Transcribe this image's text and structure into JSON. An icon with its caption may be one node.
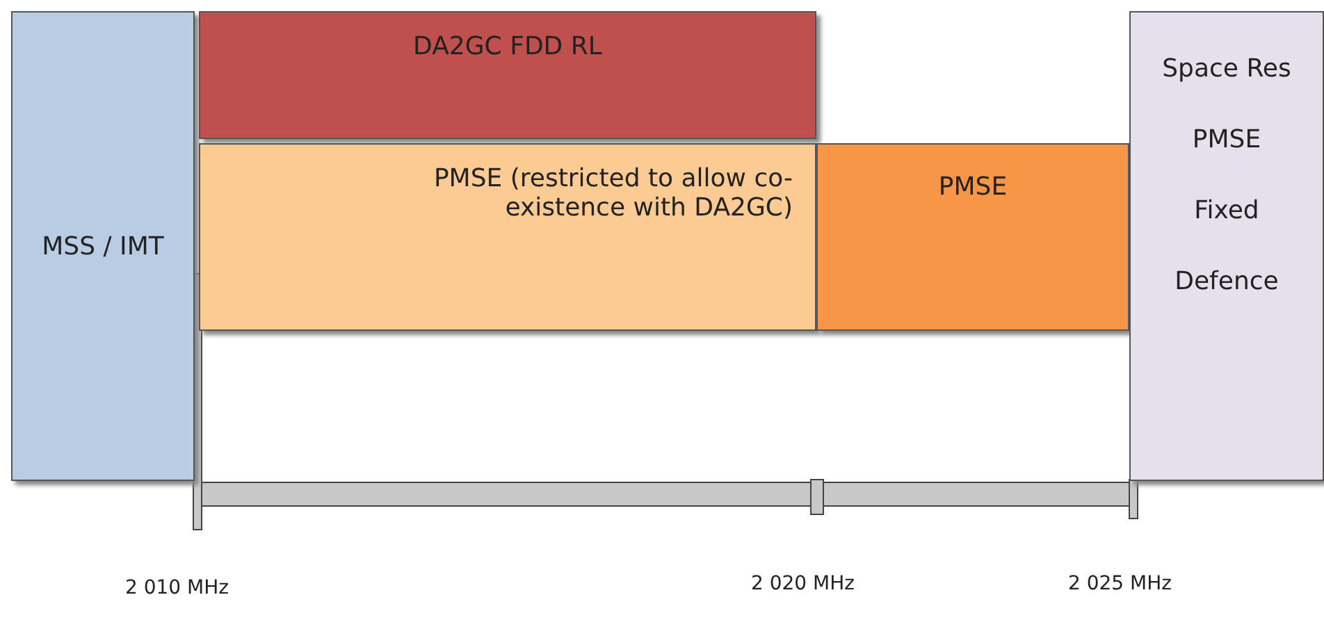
{
  "diagram": {
    "nodes": [
      {
        "text": [
          "MSS / IMT"
        ]
      },
      {
        "text": [
          "DA2GC FDD RL"
        ]
      },
      {
        "text": [
          "PMSE (restricted to allow co-existence with DA2GC)"
        ]
      },
      {
        "text": [
          "PMSE"
        ]
      },
      {
        "text": [
          "Space Res",
          "PMSE",
          "Fixed",
          "Defence"
        ]
      }
    ],
    "edges": [],
    "labels": [
      "2 010 MHz",
      "2 020 MHz",
      "2 025 MHz"
    ]
  }
}
